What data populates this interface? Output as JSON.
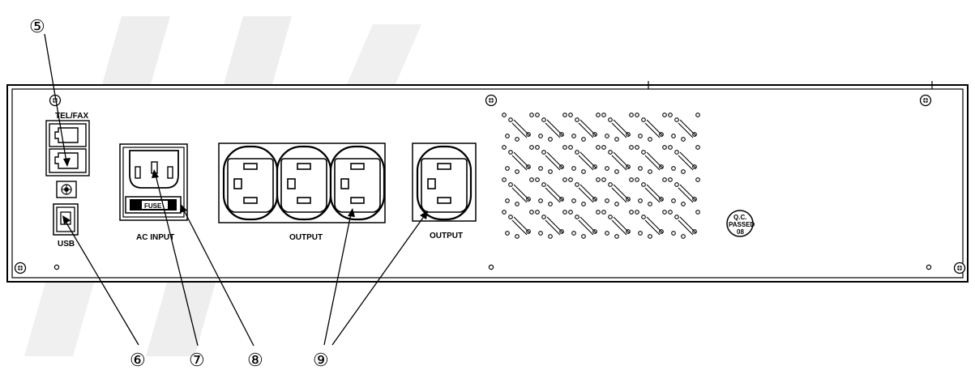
{
  "labels": {
    "tel_fax": "TEL/FAX",
    "usb": "USB",
    "ac_input": "AC INPUT",
    "fuse": "FUSE",
    "output_group": "OUTPUT",
    "output_single": "OUTPUT",
    "qc_line1": "Q.C.",
    "qc_line2": "PASSED",
    "qc_line3": "08"
  },
  "callouts": [
    "⑤",
    "⑥",
    "⑦",
    "⑧",
    "⑨"
  ],
  "colors": {
    "line": "#000000",
    "background": "#ffffff",
    "watermark": "#3a3a3a"
  },
  "icons": [
    "screw-icon",
    "ground-icon",
    "rj11-port-icon",
    "usb-port-icon",
    "iec-inlet-icon",
    "iec-outlet-icon",
    "fuse-holder-icon"
  ]
}
